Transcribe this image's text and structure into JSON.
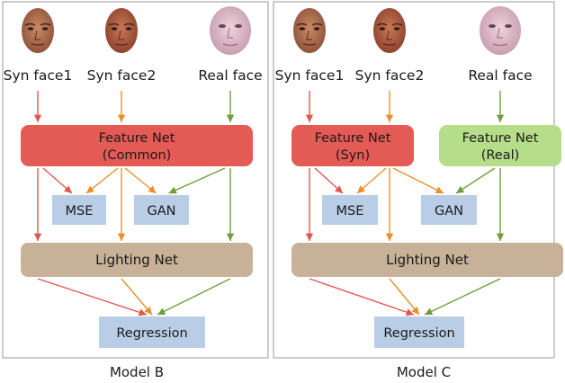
{
  "colors": {
    "red": "#e45a55",
    "red_arrow": "#e0574f",
    "orange_arrow": "#e8902c",
    "green": "#b6dd8a",
    "green_arrow": "#6f9e3a",
    "lighting": "#c7b299",
    "loss_box": "#b9cde6",
    "panel_border": "#9a9a9a"
  },
  "panels": [
    {
      "caption": "Model B",
      "faces": [
        {
          "label": "Syn face1",
          "icon": "synthetic-face-1"
        },
        {
          "label": "Syn face2",
          "icon": "synthetic-face-2"
        },
        {
          "label": "Real face",
          "icon": "real-face"
        }
      ],
      "feature_nets": [
        {
          "line1": "Feature Net",
          "line2": "(Common)"
        }
      ],
      "losses": [
        "MSE",
        "GAN"
      ],
      "lighting": "Lighting Net",
      "regression": "Regression"
    },
    {
      "caption": "Model C",
      "faces": [
        {
          "label": "Syn face1",
          "icon": "synthetic-face-1"
        },
        {
          "label": "Syn face2",
          "icon": "synthetic-face-2"
        },
        {
          "label": "Real face",
          "icon": "real-face"
        }
      ],
      "feature_nets": [
        {
          "line1": "Feature Net",
          "line2": "(Syn)"
        },
        {
          "line1": "Feature Net",
          "line2": "(Real)"
        }
      ],
      "losses": [
        "MSE",
        "GAN"
      ],
      "lighting": "Lighting Net",
      "regression": "Regression"
    }
  ]
}
